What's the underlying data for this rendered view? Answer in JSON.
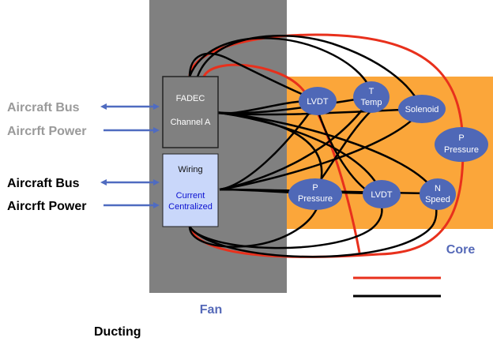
{
  "zones": {
    "fan_label": "Fan",
    "core_label": "Core",
    "ducting_label": "Ducting"
  },
  "boxes": {
    "fadec": {
      "line1": "FADEC",
      "line2": "Channel A"
    },
    "wiring": {
      "line1": "Wiring",
      "line2": "Current",
      "line3": "Centralized"
    }
  },
  "connections": {
    "upper_bus": "Aircraft Bus",
    "upper_power": "Aircrft Power",
    "lower_bus": "Aircraft Bus",
    "lower_power": "Aircrft Power"
  },
  "sensors": {
    "lvdt_top": "LVDT",
    "t_temp_1": "T",
    "t_temp_2": "Temp",
    "solenoid": "Solenoid",
    "p_pressure_right_1": "P",
    "p_pressure_right_2": "Pressure",
    "p_pressure_left_1": "P",
    "p_pressure_left_2": "Pressure",
    "lvdt_bottom": "LVDT",
    "n_speed_1": "N",
    "n_speed_2": "Speed"
  },
  "colors": {
    "fan_gray": "#808080",
    "core_orange": "#FBA63A",
    "node_blue": "#4F68B7",
    "arrow_blue": "#4F6BC0",
    "red_wire": "#E8301C",
    "black_wire": "#000000",
    "gray_text": "#9A9A9A",
    "label_blue": "#5569B8",
    "wiring_box": "#C9D7FA",
    "wiring_text": "#0A10D0"
  }
}
